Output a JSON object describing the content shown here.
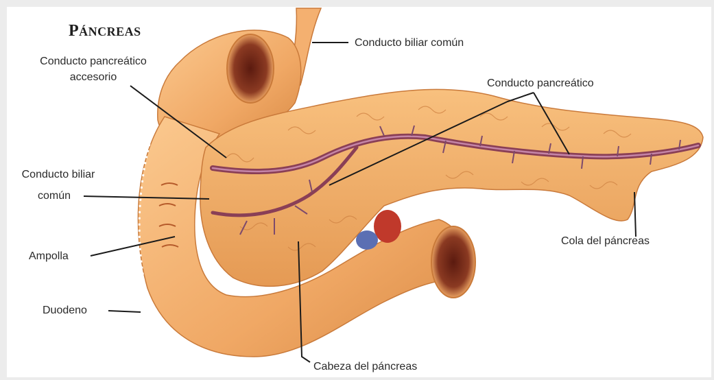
{
  "title": {
    "first": "P",
    "rest": "ÁNCREAS"
  },
  "labels": {
    "biliar_top": "Conducto biliar común",
    "accesorio_1": "Conducto pancreático",
    "accesorio_2": "accesorio",
    "pancreatico": "Conducto pancreático",
    "biliar_left_1": "Conducto biliar",
    "biliar_left_2": "común",
    "ampolla": "Ampolla",
    "cola": "Cola del páncreas",
    "duodeno": "Duodeno",
    "cabeza": "Cabeza del páncreas"
  },
  "colors": {
    "gland": "#f2b069",
    "gland_shadow": "#d98a45",
    "duodenum": "#f7b87a",
    "duct": "#8a3f56",
    "lumen": "#7b2c1b",
    "leader_line": "#1a1a1a"
  }
}
